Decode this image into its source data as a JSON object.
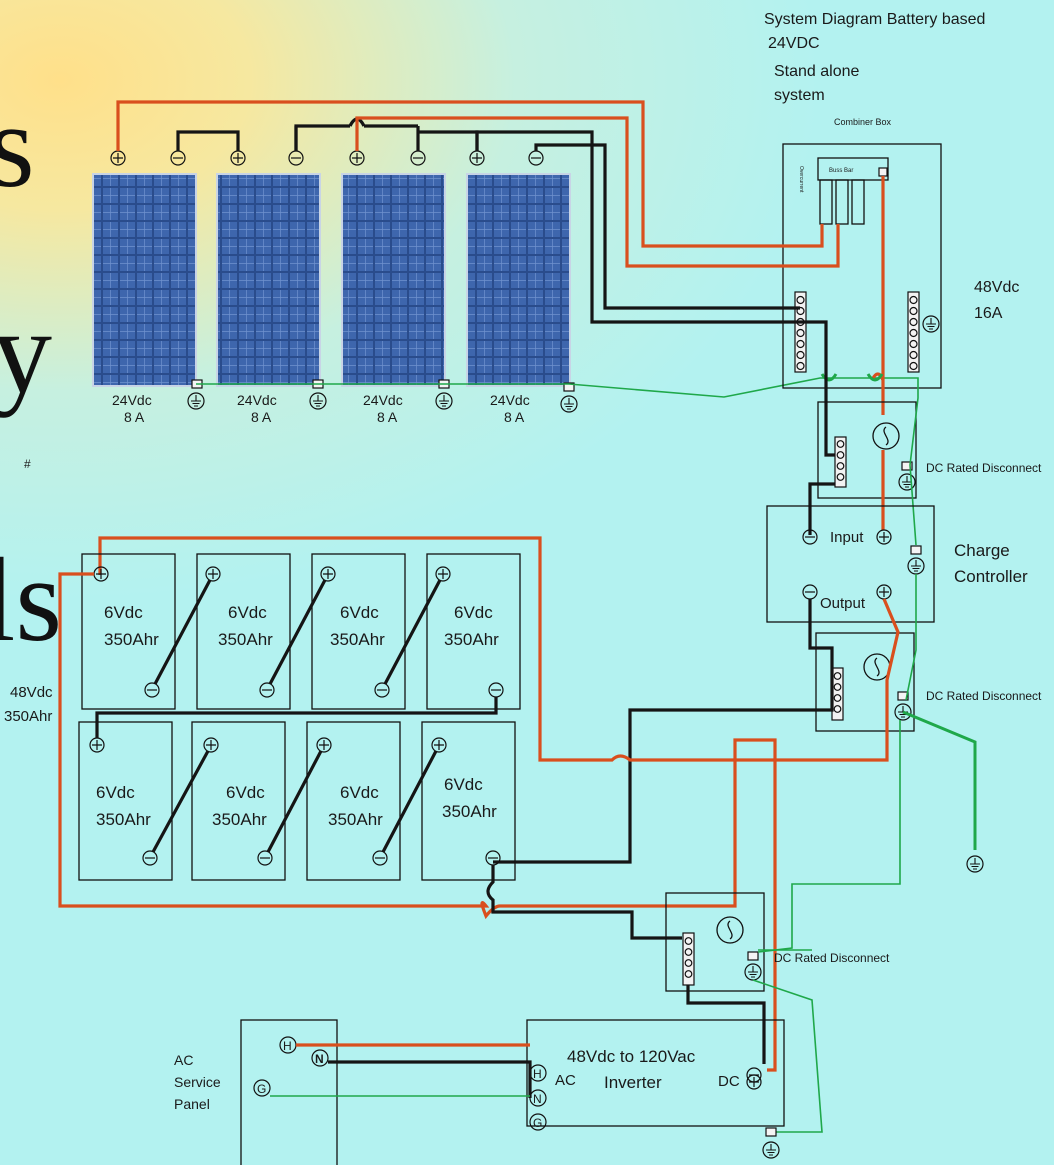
{
  "header": {
    "title_line1": "System Diagram Battery based",
    "title_line2": "24VDC",
    "title_line3": "Stand alone",
    "title_line4": "system"
  },
  "slide_bg_text": {
    "glyph_1": "s",
    "glyph_2": "y",
    "glyph_3": "ls",
    "hash": "#"
  },
  "combiner": {
    "label": "Combiner Box",
    "buss_bar": "Buss Bar",
    "overcurrent": "Overcurrent",
    "rating_v": "48Vdc",
    "rating_a": "16A"
  },
  "panels": [
    {
      "volt": "24Vdc",
      "amp": "8 A"
    },
    {
      "volt": "24Vdc",
      "amp": "8 A"
    },
    {
      "volt": "24Vdc",
      "amp": "8 A"
    },
    {
      "volt": "24Vdc",
      "amp": "8 A"
    }
  ],
  "disconnects": {
    "label_1": "DC Rated Disconnect",
    "label_2": "DC Rated Disconnect",
    "label_3": "DC Rated Disconnect"
  },
  "charge_controller": {
    "title_line1": "Charge",
    "title_line2": "Controller",
    "input": "Input",
    "output": "Output"
  },
  "battery_bank": {
    "label_v": "48Vdc",
    "label_ah": "350Ahr",
    "cells": [
      {
        "volt": "6Vdc",
        "ah": "350Ahr"
      },
      {
        "volt": "6Vdc",
        "ah": "350Ahr"
      },
      {
        "volt": "6Vdc",
        "ah": "350Ahr"
      },
      {
        "volt": "6Vdc",
        "ah": "350Ahr"
      },
      {
        "volt": "6Vdc",
        "ah": "350Ahr"
      },
      {
        "volt": "6Vdc",
        "ah": "350Ahr"
      },
      {
        "volt": "6Vdc",
        "ah": "350Ahr"
      },
      {
        "volt": "6Vdc",
        "ah": "350Ahr"
      }
    ]
  },
  "inverter": {
    "title": "48Vdc to 120Vac",
    "name": "Inverter",
    "ac": "AC",
    "dc": "DC"
  },
  "ac_panel": {
    "line1": "AC",
    "line2": "Service",
    "line3": "Panel"
  },
  "terminals": {
    "h": "H",
    "n": "N",
    "g": "G",
    "plus": "+",
    "minus": "−"
  },
  "colors": {
    "positive_wire": "#d94f1e",
    "negative_wire": "#151515",
    "ground_wire": "#1fa84a",
    "panel_blue": "#2b4f8f"
  }
}
